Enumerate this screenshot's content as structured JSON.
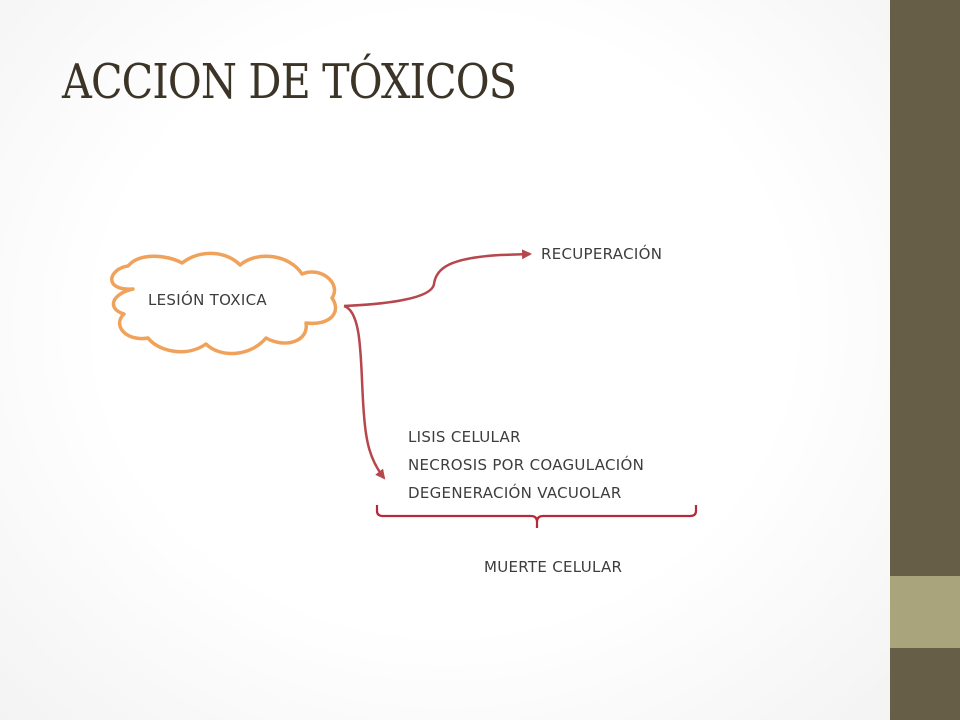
{
  "slide": {
    "title": "ACCION DE TÓXICOS"
  },
  "diagram": {
    "source_node": {
      "label": "LESIÓN TOXICA"
    },
    "branch_top": {
      "label": "RECUPERACIÓN"
    },
    "branch_bottom": {
      "items": [
        "LISIS CELULAR",
        "NECROSIS POR COAGULACIÓN",
        "DEGENERACIÓN VACUOLAR"
      ],
      "group_label": "MUERTE CELULAR"
    }
  },
  "colors": {
    "sidebar": "#675e48",
    "sidebar_accent": "#a9a47c",
    "title": "#3b3427",
    "cloud_stroke": "#f0a25b",
    "arrow": "#b5474d",
    "brace": "#b8283a"
  }
}
